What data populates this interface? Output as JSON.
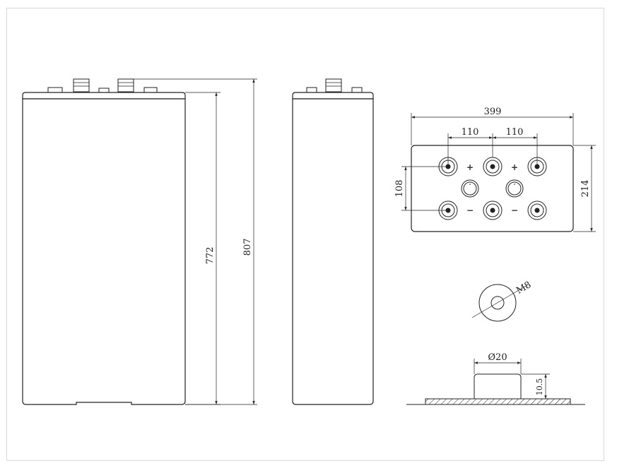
{
  "dimensions": {
    "height_internal": "772",
    "height_total": "807",
    "length": "399",
    "terminal_spacing_left": "110",
    "terminal_spacing_right": "110",
    "row_spacing": "108",
    "width": "214",
    "thread": "M8",
    "terminal_diameter": "Ø20",
    "terminal_height": "10.5"
  },
  "polarity": {
    "positive": "+",
    "negative": "−"
  }
}
